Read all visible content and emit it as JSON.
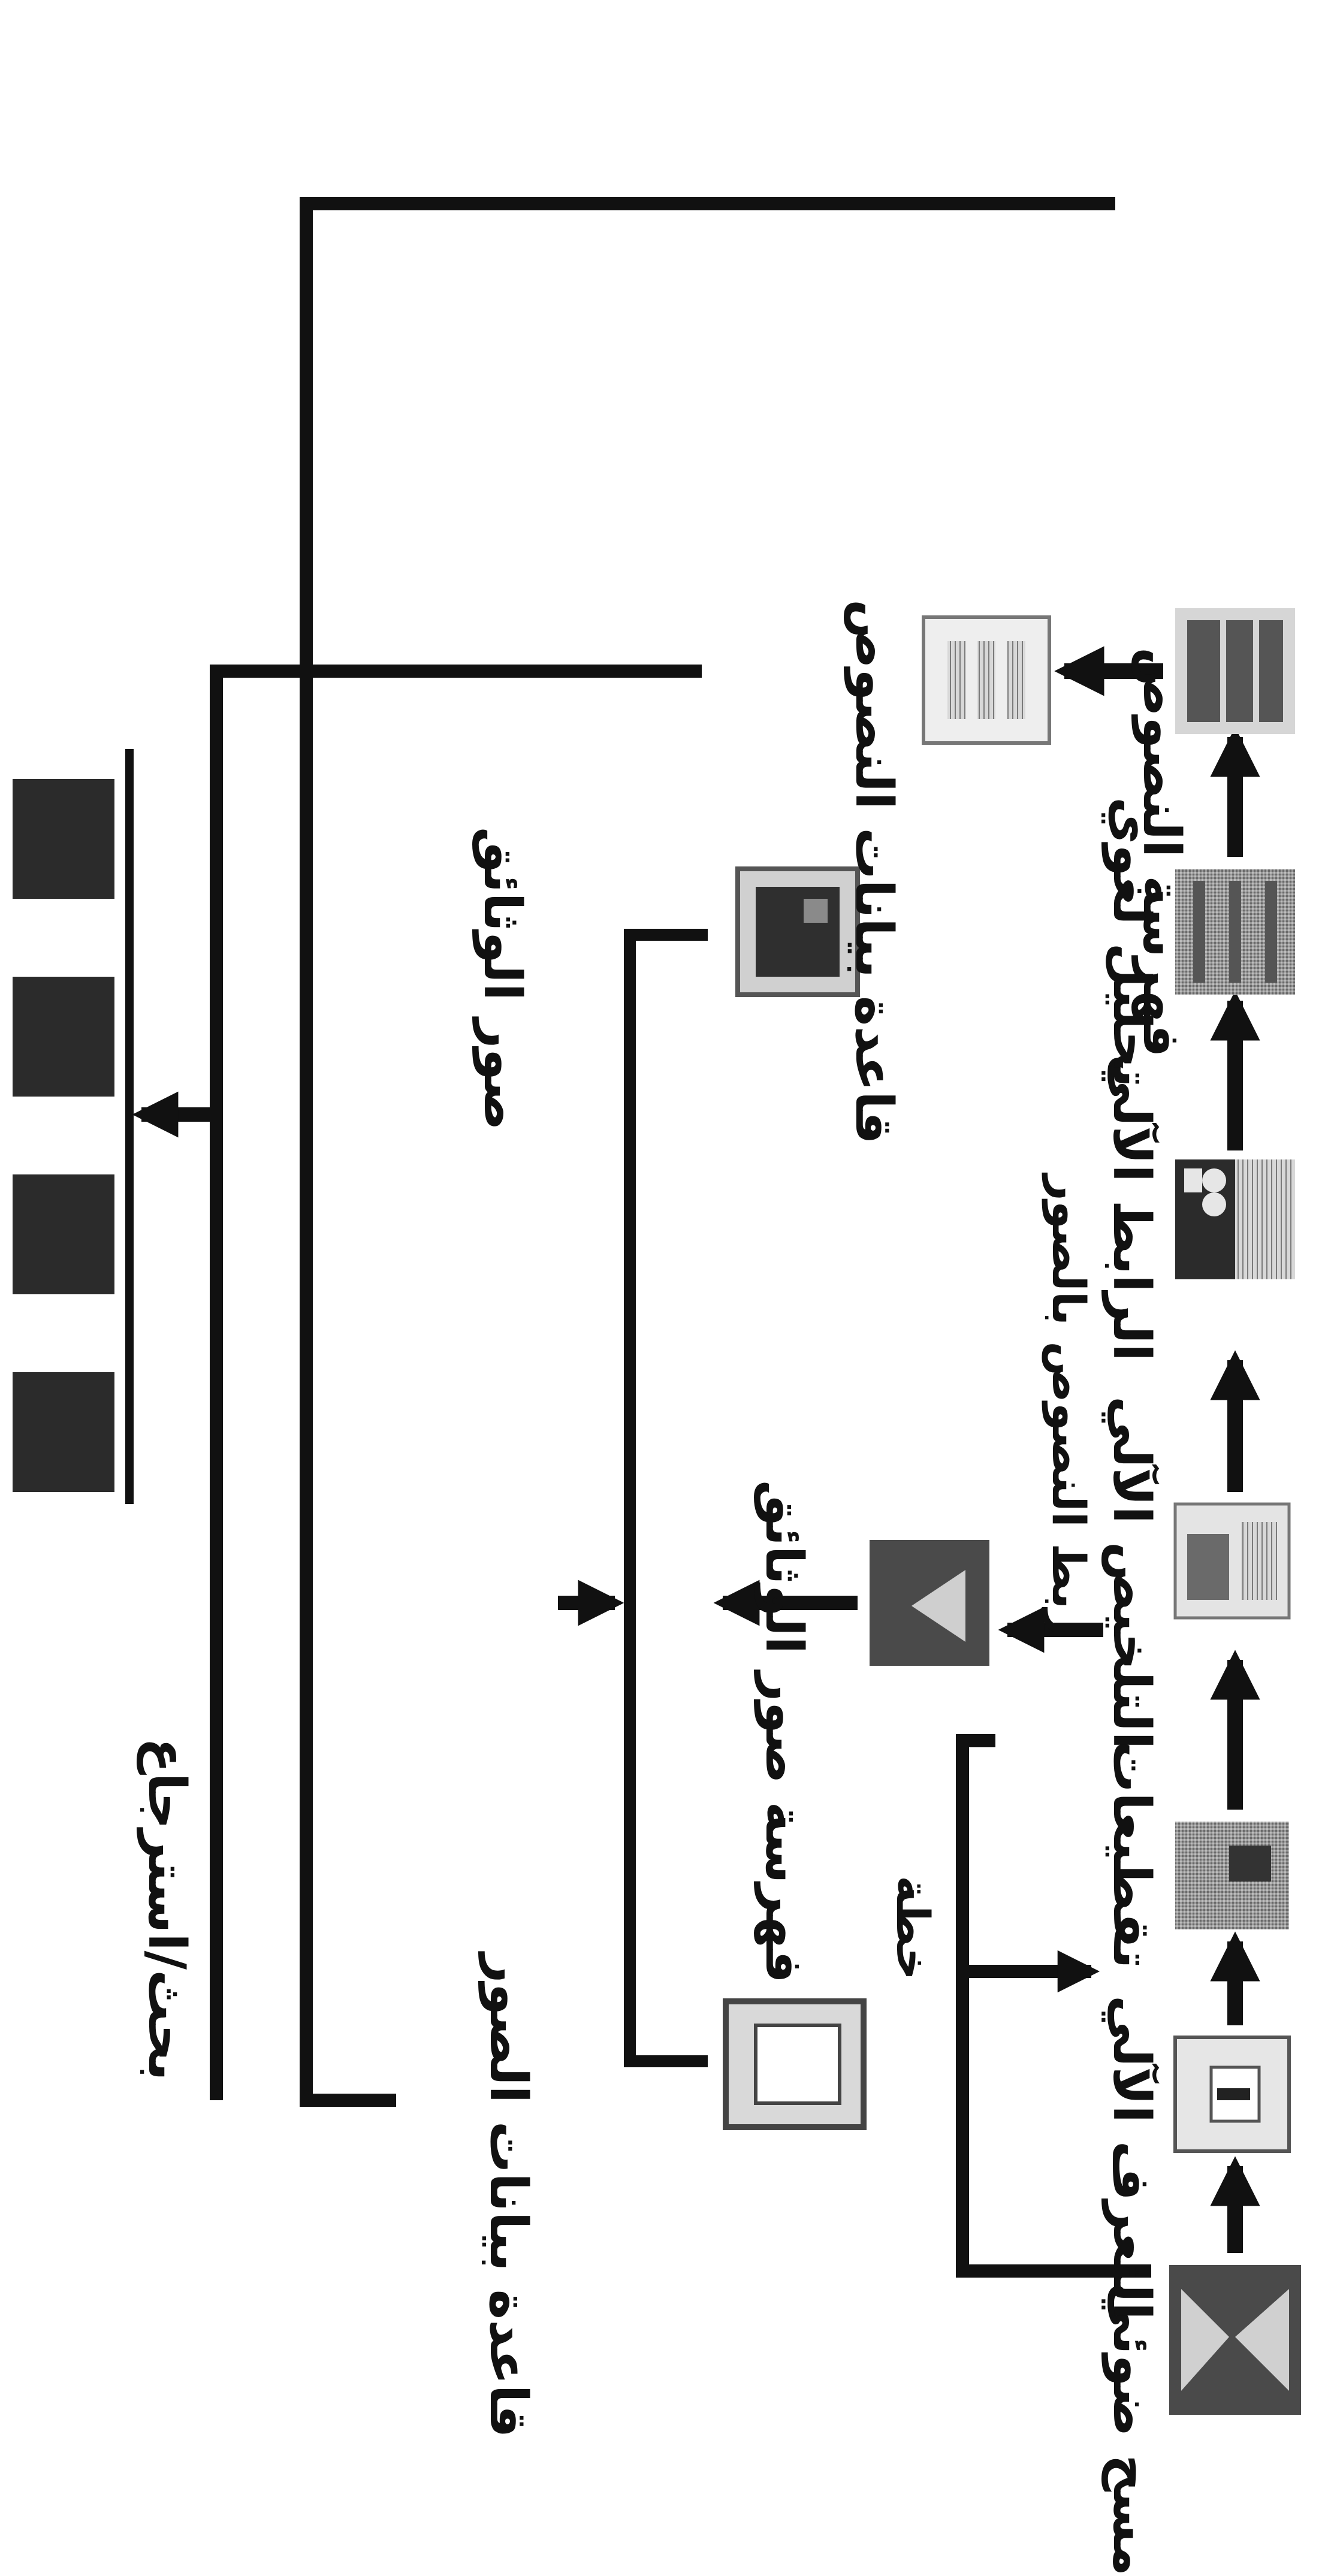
{
  "diagram": {
    "labels": {
      "scan": "مسح ضوئي",
      "ocr": "التعرف الآلي",
      "segmentation": "تقطيعات",
      "summarization": "التلخيص الآلي",
      "linking": "الرابط الآلي",
      "linguistic_analysis": "تحليل لغوي",
      "text_indexing": "فهرسة النصوص",
      "text_database": "قاعدة بيانات النصوص",
      "image_text_link": "ربط النصوص بالصور",
      "layout": "خطة",
      "doc_image_indexing": "فهرسة صور الوثائق",
      "doc_images": "صور الوثائق",
      "image_database": "قاعدة بيانات الصور",
      "search_retrieval": "بحث/استرجاع"
    },
    "colors": {
      "ink": "#111111",
      "dark_block": "#2b2b2b",
      "mid_gray": "#8a8a8a",
      "light_gray": "#cfcfcf"
    }
  }
}
